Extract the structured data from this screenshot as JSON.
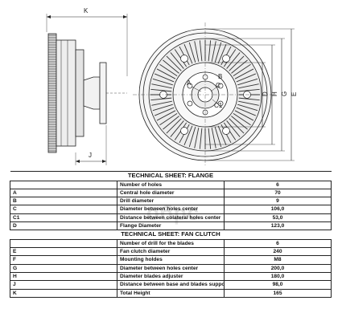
{
  "drawing": {
    "dim_labels": {
      "K": "K",
      "J": "J",
      "D": "D",
      "H": "H",
      "G": "G",
      "E": "E",
      "A": "A",
      "B": "B",
      "C": "C",
      "C1": "C1"
    }
  },
  "watermark": "обрс",
  "flange": {
    "title": "TECHNICAL SHEET: FLANGE",
    "rows": [
      {
        "code": "",
        "label": "Number of holes",
        "value": "6"
      },
      {
        "code": "A",
        "label": "Central hole diameter",
        "value": "70"
      },
      {
        "code": "B",
        "label": "Drill diameter",
        "value": "9"
      },
      {
        "code": "C",
        "label": "Diameter between holes center",
        "value": "106,0"
      },
      {
        "code": "C1",
        "label": "Distance between colateral holes center",
        "value": "53,0"
      },
      {
        "code": "D",
        "label": "Flange Diameter",
        "value": "123,0"
      }
    ]
  },
  "clutch": {
    "title": "TECHNICAL SHEET: FAN CLUTCH",
    "rows": [
      {
        "code": "",
        "label": "Number of drill for the blades",
        "value": "6"
      },
      {
        "code": "E",
        "label": "Fan clutch diameter",
        "value": "240"
      },
      {
        "code": "F",
        "label": "Mounting holdes",
        "value": "M8"
      },
      {
        "code": "G",
        "label": "Diameter between holes center",
        "value": "200,0"
      },
      {
        "code": "H",
        "label": "Diameter blades adjuster",
        "value": "180,0"
      },
      {
        "code": "J",
        "label": "Distance between base and blades support",
        "value": "98,0"
      },
      {
        "code": "K",
        "label": "Total Height",
        "value": "165"
      }
    ]
  }
}
